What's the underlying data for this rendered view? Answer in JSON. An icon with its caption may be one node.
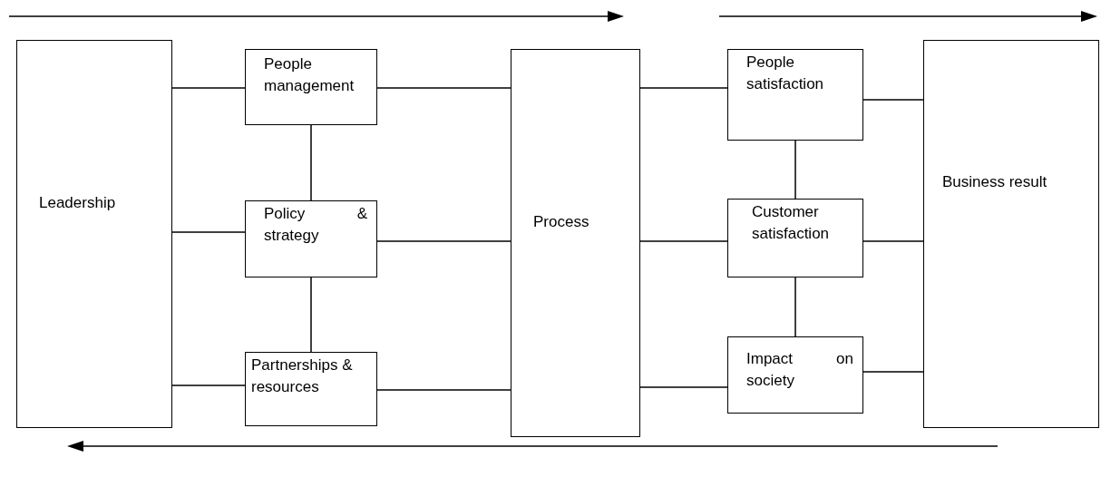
{
  "diagram": {
    "nodes": [
      {
        "text": [
          "Leadership"
        ]
      },
      {
        "text": [
          "People management"
        ]
      },
      {
        "text": [
          "Policy & strategy"
        ]
      },
      {
        "text": [
          "Partnerships & resources"
        ]
      },
      {
        "text": [
          "Process"
        ]
      },
      {
        "text": [
          "People satisfaction"
        ]
      },
      {
        "text": [
          "Customer satisfaction"
        ]
      },
      {
        "text": [
          "Impact on society"
        ]
      },
      {
        "text": [
          "Business result"
        ]
      }
    ],
    "edges": [
      {
        "from": 0,
        "to": 1,
        "arrow": "none"
      },
      {
        "from": 0,
        "to": 2,
        "arrow": "none"
      },
      {
        "from": 0,
        "to": 3,
        "arrow": "none"
      },
      {
        "from": 1,
        "to": 2,
        "arrow": "none"
      },
      {
        "from": 2,
        "to": 3,
        "arrow": "none"
      },
      {
        "from": 1,
        "to": 4,
        "arrow": "none"
      },
      {
        "from": 2,
        "to": 4,
        "arrow": "none"
      },
      {
        "from": 3,
        "to": 4,
        "arrow": "none"
      },
      {
        "from": 4,
        "to": 5,
        "arrow": "none"
      },
      {
        "from": 4,
        "to": 6,
        "arrow": "none"
      },
      {
        "from": 4,
        "to": 7,
        "arrow": "none"
      },
      {
        "from": 5,
        "to": 6,
        "arrow": "none"
      },
      {
        "from": 6,
        "to": 7,
        "arrow": "none"
      },
      {
        "from": 5,
        "to": 8,
        "arrow": "none"
      },
      {
        "from": 6,
        "to": 8,
        "arrow": "none"
      },
      {
        "from": 7,
        "to": 8,
        "arrow": "none"
      }
    ]
  }
}
